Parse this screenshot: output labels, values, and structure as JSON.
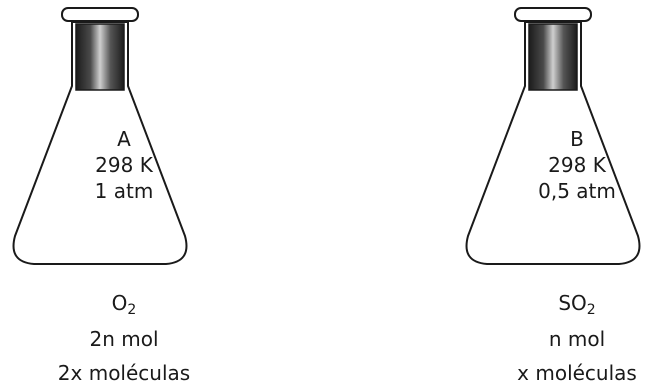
{
  "flask_a": {
    "label": "A",
    "temperature": "298 K",
    "pressure": "1 atm",
    "gas_symbol": "O",
    "gas_subscript": "2",
    "amount": "2n mol",
    "molecules": "2x moléculas"
  },
  "flask_b": {
    "label": "B",
    "temperature": "298 K",
    "pressure": "0,5 atm",
    "gas_symbol": "SO",
    "gas_subscript": "2",
    "amount": "n mol",
    "molecules": "x moléculas"
  }
}
